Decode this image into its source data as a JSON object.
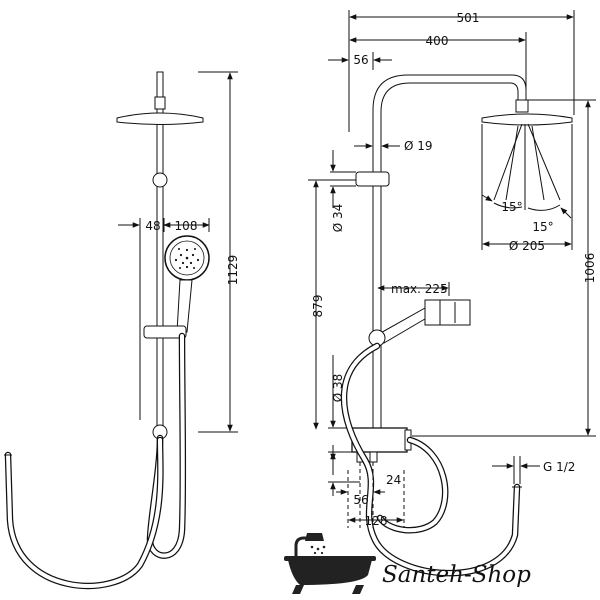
{
  "left_view": {
    "dim_height": "1129",
    "dim_handshower_offset": "48",
    "dim_handshower_width": "108"
  },
  "right_view": {
    "dim_total_width": "501",
    "dim_arm_length": "400",
    "dim_wall_offset": "56",
    "dim_pipe_diameter": "Ø 19",
    "dim_holder_diameter": "Ø 34",
    "dim_head_angle_left": "15°",
    "dim_head_angle_right": "15°",
    "dim_head_diameter": "Ø 205",
    "dim_total_height": "1006",
    "dim_holder_height": "879",
    "dim_max_reach": "max. 225",
    "dim_lower_diameter": "Ø 38",
    "dim_connector": "G 1/2",
    "dim_inlet_depth": "24",
    "dim_inlet_spacing": "56",
    "dim_inlet_width": "128"
  },
  "watermark": {
    "brand_text": "Santeh-Shop"
  }
}
